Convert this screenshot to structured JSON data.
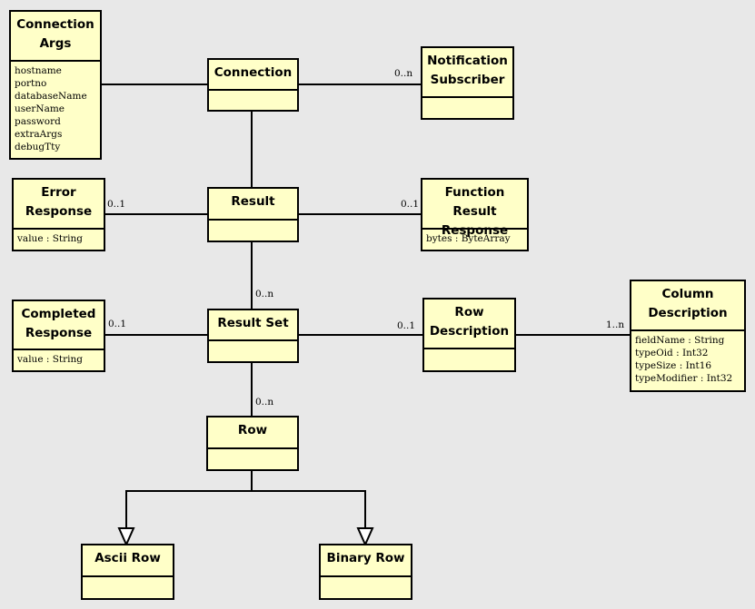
{
  "classes": {
    "connection_args": {
      "name": [
        "Connection",
        "Args"
      ],
      "attributes": [
        "hostname",
        "portno",
        "databaseName",
        "userName",
        "password",
        "extraArgs",
        "debugTty"
      ]
    },
    "connection": {
      "name": [
        "Connection"
      ],
      "attributes": []
    },
    "notification_subscriber": {
      "name": [
        "Notification",
        "Subscriber"
      ],
      "attributes": []
    },
    "error_response": {
      "name": [
        "Error",
        "Response"
      ],
      "attributes": [
        "value : String"
      ]
    },
    "result": {
      "name": [
        "Result"
      ],
      "attributes": []
    },
    "function_result_response": {
      "name": [
        "Function Result",
        "Response"
      ],
      "attributes": [
        "bytes : ByteArray"
      ]
    },
    "completed_response": {
      "name": [
        "Completed",
        "Response"
      ],
      "attributes": [
        "value : String"
      ]
    },
    "result_set": {
      "name": [
        "Result Set"
      ],
      "attributes": []
    },
    "row_description": {
      "name": [
        "Row",
        "Description"
      ],
      "attributes": []
    },
    "column_description": {
      "name": [
        "Column",
        "Description"
      ],
      "attributes": [
        "fieldName : String",
        "typeOid : Int32",
        "typeSize : Int16",
        "typeModifier : Int32"
      ]
    },
    "row": {
      "name": [
        "Row"
      ],
      "attributes": []
    },
    "ascii_row": {
      "name": [
        "Ascii Row"
      ],
      "attributes": []
    },
    "binary_row": {
      "name": [
        "Binary Row"
      ],
      "attributes": []
    }
  },
  "multiplicities": {
    "notification": "0..n",
    "error": "0..1",
    "function_result": "0..1",
    "result_set_from_result": "0..n",
    "completed": "0..1",
    "row_description": "0..1",
    "column_description": "1..n",
    "row": "0..n"
  }
}
